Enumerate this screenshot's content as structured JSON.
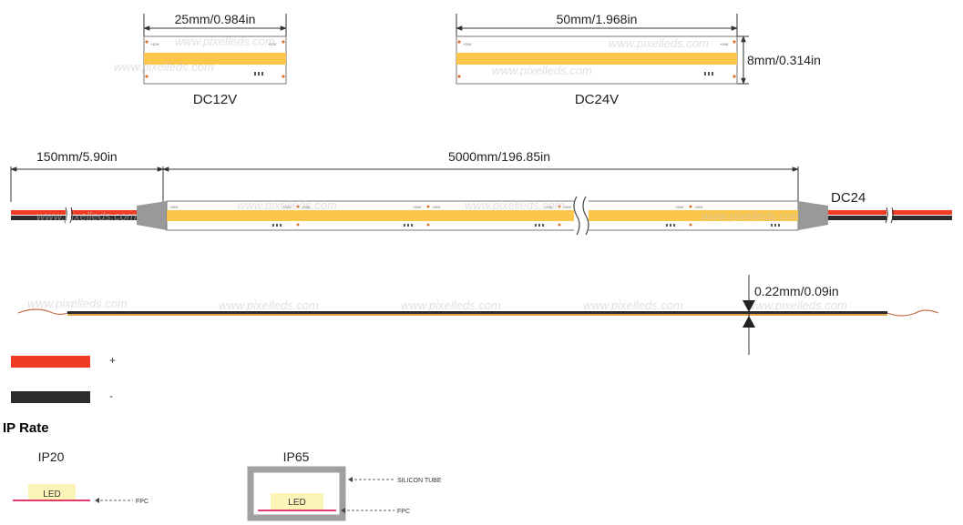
{
  "colors": {
    "led_yellow": "#fcc64a",
    "wire_red": "#ef3a24",
    "wire_black": "#2d2b2b",
    "connector_gray": "#999999",
    "fpc_line": "#e23a6a",
    "led_box": "#fdf5b8",
    "silicon_tube": "#a0a0a0",
    "dim_line": "#333333"
  },
  "short_strips": [
    {
      "voltage": "DC12V",
      "length": "25mm/0.984in",
      "marking": "+12V"
    },
    {
      "voltage": "DC24V",
      "length": "50mm/1.968in",
      "width": "8mm/0.314in",
      "marking": "+24V"
    }
  ],
  "long_strip": {
    "lead_length": "150mm/5.90in",
    "strip_length": "5000mm/196.85in",
    "voltage": "DC24",
    "marking": "+24V"
  },
  "profile": {
    "thickness": "0.22mm/0.09in"
  },
  "watermark": "www.pixelleds.com",
  "legend": [
    {
      "symbol": "+",
      "color": "#ef3a24"
    },
    {
      "symbol": "-",
      "color": "#2d2b2b"
    }
  ],
  "ip_rate": {
    "heading": "IP Rate",
    "ip20": {
      "label": "IP20",
      "led": "LED",
      "fpc": "FPC"
    },
    "ip65": {
      "label": "IP65",
      "led": "LED",
      "fpc": "FPC",
      "tube": "SILICON TUBE"
    }
  }
}
